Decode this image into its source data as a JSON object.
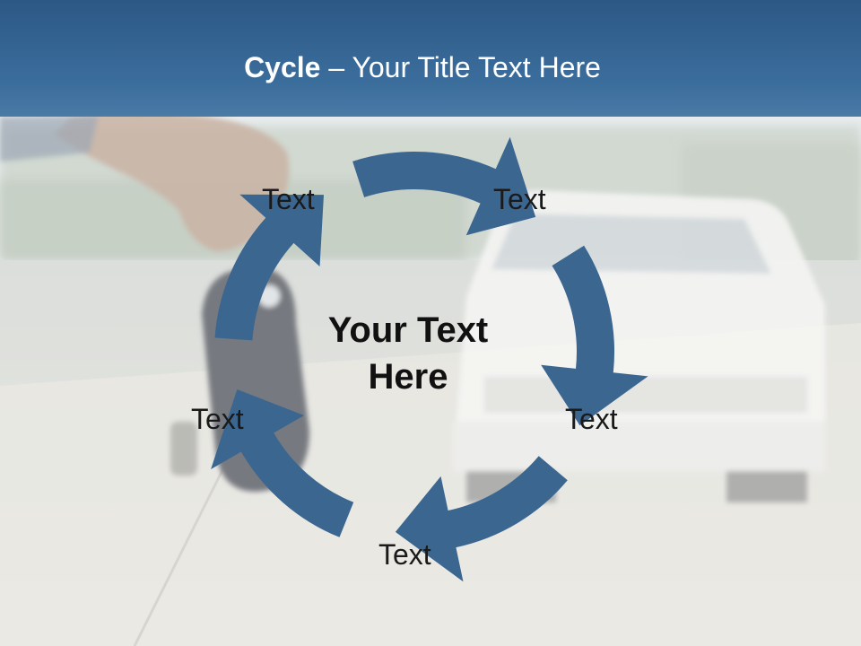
{
  "title": {
    "bold": "Cycle",
    "rest": " – Your Title Text Here"
  },
  "center_text": {
    "line1": "Your Text",
    "line2": "Here"
  },
  "cycle_labels": [
    "Text",
    "Text",
    "Text",
    "Text",
    "Text"
  ],
  "colors": {
    "title_bar": "#3b6d9c",
    "arrow": "#3a6690",
    "title_text": "#ffffff"
  },
  "background": "blurred photo of hand holding car key fob in front of a white car"
}
